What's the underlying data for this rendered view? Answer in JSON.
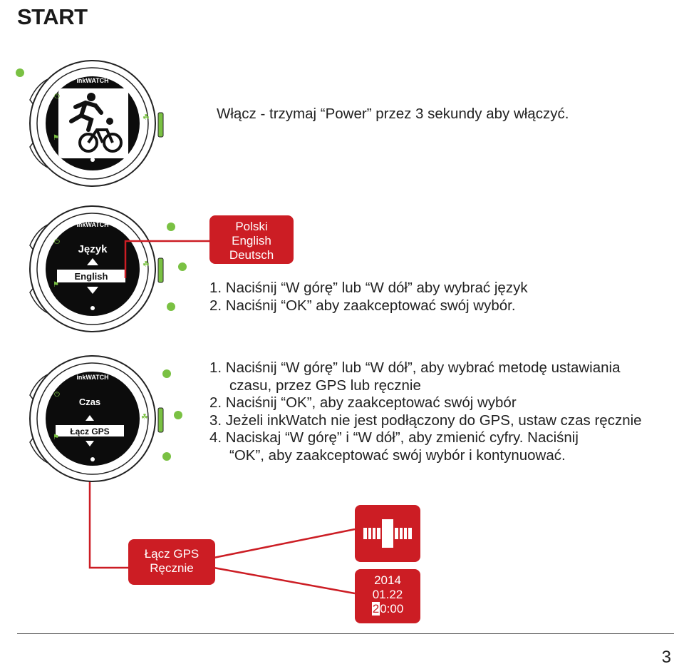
{
  "page": {
    "title": "START",
    "page_number": "3"
  },
  "colors": {
    "accent_red": "#cc1d24",
    "button_green": "#7ac143"
  },
  "watches": [
    {
      "brand": "inkWATCH",
      "screen": "sport-icons",
      "icons": [
        "runner-icon",
        "bicycle-icon"
      ]
    },
    {
      "brand": "inkWATCH",
      "screen_title": "Język",
      "selected": "English"
    },
    {
      "brand": "inkWATCH",
      "screen_title": "Czas",
      "selected": "Łącz GPS"
    }
  ],
  "step1": {
    "text": "Włącz - trzymaj “Power” przez 3 sekundy aby włączyć."
  },
  "language_callout": {
    "options": [
      "Polski",
      "English",
      "Deutsch"
    ]
  },
  "step2": {
    "lines": [
      "1. Naciśnij “W górę” lub “W dół” aby wybrać język",
      "2. Naciśnij “OK” aby zaakceptować swój wybór."
    ]
  },
  "step3": {
    "lines": [
      "1. Naciśnij “W górę” lub “W dół”, aby wybrać metodę ustawiania",
      "czasu, przez GPS lub ręcznie",
      "2. Naciśnij “OK”, aby zaakceptować swój wybór",
      "3. Jeżeli inkWatch nie jest podłączony do GPS, ustaw czas ręcznie",
      "4. Naciskaj “W górę” i “W dół”, aby zmienić cyfry. Naciśnij",
      "“OK”, aby zaakceptować swój wybór i kontynuować."
    ]
  },
  "time_callout": {
    "options": [
      "Łącz GPS",
      "Ręcznie"
    ]
  },
  "gps_tile": {
    "icon": "gps-satellite-icon"
  },
  "manual_tile": {
    "year": "2014",
    "date": "01.22",
    "time_cursor_digit": "2",
    "time_rest": "0:00"
  }
}
